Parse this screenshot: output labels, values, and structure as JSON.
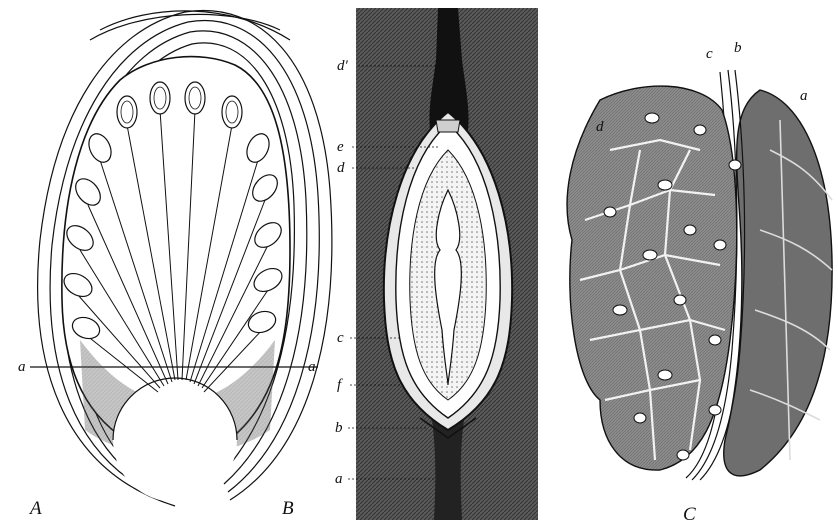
{
  "figure": {
    "panels": [
      {
        "id": "A",
        "caption": "A",
        "labels": {
          "left": "a",
          "right": "a",
          "corner": "B"
        }
      },
      {
        "id": "B",
        "labels": {
          "d_prime": "d′",
          "e": "e",
          "d": "d",
          "c": "c",
          "f": "f",
          "b": "b",
          "a": "a"
        }
      },
      {
        "id": "C",
        "caption": "C",
        "labels": {
          "a": "a",
          "b": "b",
          "c": "c",
          "d": "d"
        }
      }
    ]
  },
  "colors": {
    "ink": "#111111",
    "tissue_dark": "#4a4a4a",
    "cell_fill": "#8a8a8a",
    "paper": "#ffffff"
  }
}
